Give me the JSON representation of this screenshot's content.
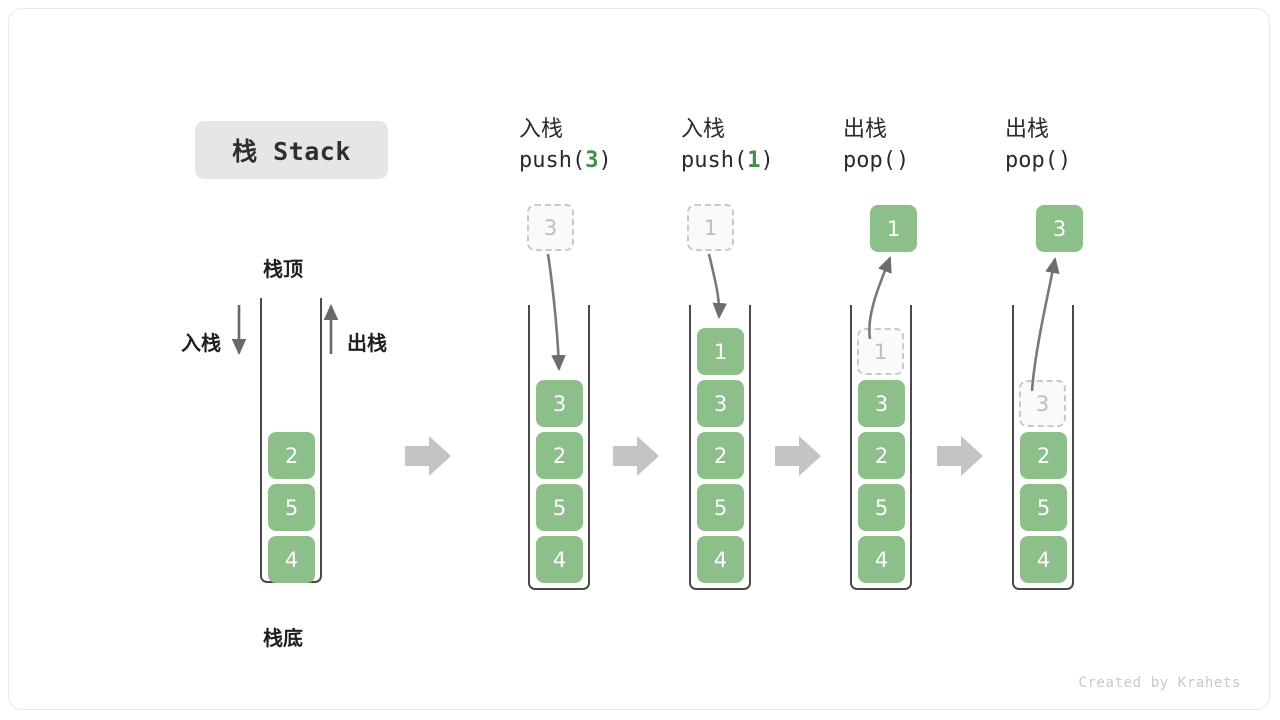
{
  "diagram": {
    "title": "栈 Stack",
    "credit": "Created by Krahets",
    "accent_green": "#8cbf8a",
    "code_green": "#3f8f45",
    "ghost_gray": "#bdbdbd",
    "tube_stroke": "#4a4a4a",
    "flow_arrow_color": "#c4c4c4",
    "labels": {
      "top": "栈顶",
      "bottom": "栈底",
      "push_side": "入栈",
      "pop_side": "出栈"
    }
  },
  "columns": [
    {
      "id": "initial",
      "header_cn": "",
      "header_code_pre": "",
      "header_code_arg": "",
      "header_code_post": "",
      "cells": [
        "2",
        "5",
        "4"
      ],
      "ghost_top": null,
      "popped": null
    },
    {
      "id": "push-3",
      "header_cn": "入栈",
      "header_code_pre": "push(",
      "header_code_arg": "3",
      "header_code_post": ")",
      "cells": [
        "3",
        "2",
        "5",
        "4"
      ],
      "ghost_above": "3",
      "popped": null
    },
    {
      "id": "push-1",
      "header_cn": "入栈",
      "header_code_pre": "push(",
      "header_code_arg": "1",
      "header_code_post": ")",
      "cells": [
        "1",
        "3",
        "2",
        "5",
        "4"
      ],
      "ghost_above": "1",
      "popped": null
    },
    {
      "id": "pop-1",
      "header_cn": "出栈",
      "header_code_pre": "pop(",
      "header_code_arg": "",
      "header_code_post": ")",
      "cells": [
        "3",
        "2",
        "5",
        "4"
      ],
      "ghost_in_stack": "1",
      "popped": "1"
    },
    {
      "id": "pop-3",
      "header_cn": "出栈",
      "header_code_pre": "pop(",
      "header_code_arg": "",
      "header_code_post": ")",
      "cells": [
        "2",
        "5",
        "4"
      ],
      "ghost_in_stack": "3",
      "popped": "3"
    }
  ]
}
